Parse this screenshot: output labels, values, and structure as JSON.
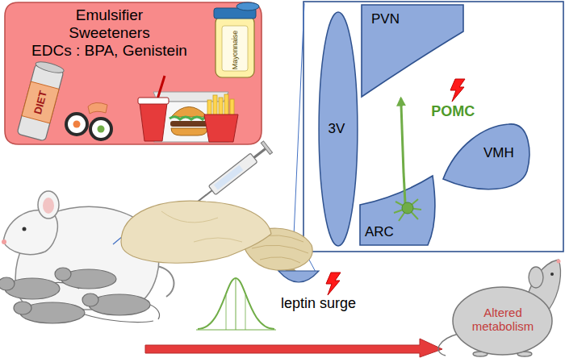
{
  "diagram": {
    "nodes": [
      {
        "text": [
          "Emulsifier",
          "Sweeteners",
          "EDCs : BPA, Genistein"
        ]
      },
      {
        "text": [
          "PVN"
        ]
      },
      {
        "text": [
          "3V"
        ]
      },
      {
        "text": [
          "VMH"
        ]
      },
      {
        "text": [
          "ARC"
        ]
      },
      {
        "text": [
          "Altered metabolism"
        ]
      }
    ],
    "edges": [
      {
        "from": 4,
        "to": 1,
        "arrow": "to",
        "label": "POMC"
      }
    ],
    "labels": [
      "Mayonnaise",
      "DIET",
      "leptin surge"
    ]
  }
}
